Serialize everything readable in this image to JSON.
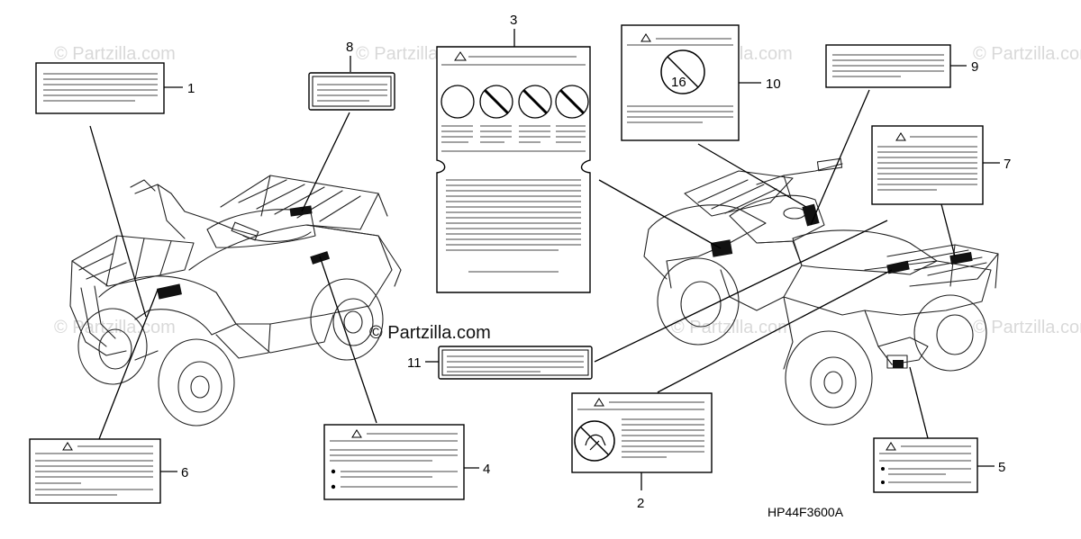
{
  "watermark": "© Partzilla.com",
  "center_watermark": "© Partzilla.com",
  "part_code": "HP44F3600A",
  "callouts": {
    "c1": "1",
    "c2": "2",
    "c3": "3",
    "c4": "4",
    "c5": "5",
    "c6": "6",
    "c7": "7",
    "c8": "8",
    "c9": "9",
    "c10": "10",
    "c11": "11"
  },
  "labels": {
    "l10_sign_number": "16"
  },
  "colors": {
    "ink": "#000000",
    "watermark": "#d9d9d9",
    "background": "#ffffff"
  }
}
